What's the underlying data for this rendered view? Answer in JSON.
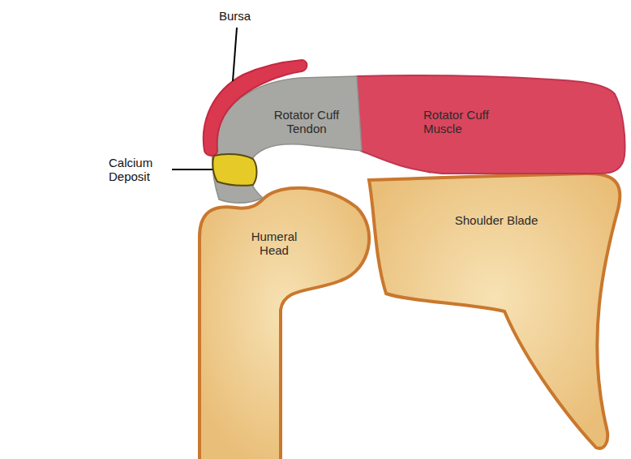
{
  "diagram": {
    "nodes": [
      {
        "text": [
          "Rotator Cuff Tendon"
        ]
      },
      {
        "text": [
          "Rotator Cuff Muscle"
        ]
      },
      {
        "text": [
          "Humeral Head"
        ]
      },
      {
        "text": [
          "Shoulder Blade"
        ]
      }
    ],
    "labels": [
      "Bursa",
      "Calcium Deposit"
    ]
  }
}
